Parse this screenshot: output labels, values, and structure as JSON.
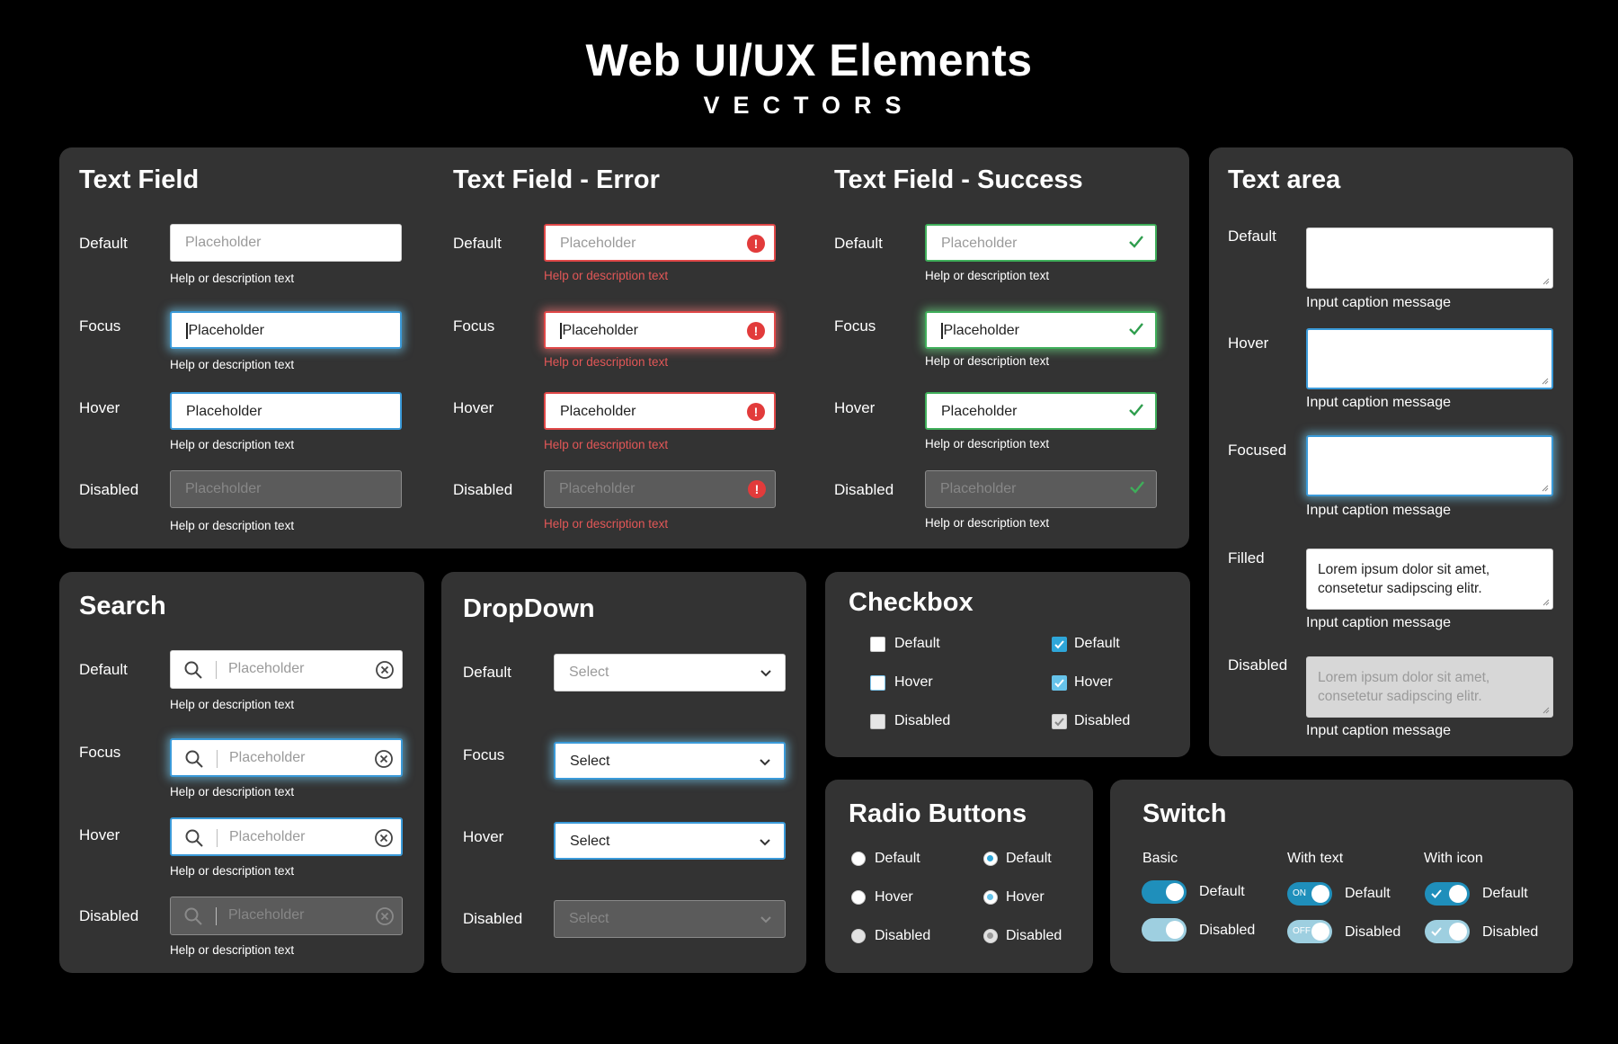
{
  "header": {
    "title": "Web UI/UX Elements",
    "subtitle": "VECTORS"
  },
  "colors": {
    "accent": "#2ea6d9",
    "focus_glow": "#78d7ff",
    "error": "#e04848",
    "success": "#3fae5a",
    "panel": "#333333",
    "background": "#000000"
  },
  "text_field": {
    "title": "Text Field",
    "rows": [
      {
        "label": "Default",
        "value": "Placeholder",
        "help": "Help or description text"
      },
      {
        "label": "Focus",
        "value": "Placeholder",
        "help": "Help or description text"
      },
      {
        "label": "Hover",
        "value": "Placeholder",
        "help": "Help or description text"
      },
      {
        "label": "Disabled",
        "value": "Placeholder",
        "help": "Help or description text"
      }
    ]
  },
  "text_field_error": {
    "title": "Text Field - Error",
    "icon": "error-icon",
    "rows": [
      {
        "label": "Default",
        "value": "Placeholder",
        "help": "Help or description text"
      },
      {
        "label": "Focus",
        "value": "Placeholder",
        "help": "Help or description text"
      },
      {
        "label": "Hover",
        "value": "Placeholder",
        "help": "Help or description text"
      },
      {
        "label": "Disabled",
        "value": "Placeholder",
        "help": "Help or description text"
      }
    ]
  },
  "text_field_success": {
    "title": "Text Field - Success",
    "icon": "checkmark-icon",
    "rows": [
      {
        "label": "Default",
        "value": "Placeholder",
        "help": "Help or description text"
      },
      {
        "label": "Focus",
        "value": "Placeholder",
        "help": "Help or description text"
      },
      {
        "label": "Hover",
        "value": "Placeholder",
        "help": "Help or description text"
      },
      {
        "label": "Disabled",
        "value": "Placeholder",
        "help": "Help or description text"
      }
    ]
  },
  "text_area": {
    "title": "Text area",
    "rows": [
      {
        "label": "Default",
        "value": "",
        "caption": "Input caption message"
      },
      {
        "label": "Hover",
        "value": "",
        "caption": "Input caption message"
      },
      {
        "label": "Focused",
        "value": "",
        "caption": "Input caption message"
      },
      {
        "label": "Filled",
        "value": "Lorem ipsum dolor sit amet, consetetur sadipscing elitr.",
        "caption": "Input caption message"
      },
      {
        "label": "Disabled",
        "value": "Lorem ipsum dolor sit amet, consetetur sadipscing elitr.",
        "caption": "Input caption message"
      }
    ]
  },
  "search": {
    "title": "Search",
    "rows": [
      {
        "label": "Default",
        "placeholder": "Placeholder",
        "help": "Help or description text"
      },
      {
        "label": "Focus",
        "placeholder": "Placeholder",
        "help": "Help or description text"
      },
      {
        "label": "Hover",
        "placeholder": "Placeholder",
        "help": "Help or description text"
      },
      {
        "label": "Disabled",
        "placeholder": "Placeholder",
        "help": "Help or description text"
      }
    ]
  },
  "dropdown": {
    "title": "DropDown",
    "rows": [
      {
        "label": "Default",
        "value": "Select"
      },
      {
        "label": "Focus",
        "value": "Select"
      },
      {
        "label": "Hover",
        "value": "Select"
      },
      {
        "label": "Disabled",
        "value": "Select"
      }
    ]
  },
  "checkbox": {
    "title": "Checkbox",
    "unchecked": [
      "Default",
      "Hover",
      "Disabled"
    ],
    "checked": [
      "Default",
      "Hover",
      "Disabled"
    ]
  },
  "radio": {
    "title": "Radio Buttons",
    "unselected": [
      "Default",
      "Hover",
      "Disabled"
    ],
    "selected": [
      "Default",
      "Hover",
      "Disabled"
    ]
  },
  "switch": {
    "title": "Switch",
    "columns": [
      {
        "heading": "Basic",
        "default": "Default",
        "disabled": "Disabled"
      },
      {
        "heading": "With text",
        "default": "Default",
        "disabled": "Disabled",
        "on_text": "ON",
        "off_text": "OFF"
      },
      {
        "heading": "With icon",
        "default": "Default",
        "disabled": "Disabled"
      }
    ]
  }
}
